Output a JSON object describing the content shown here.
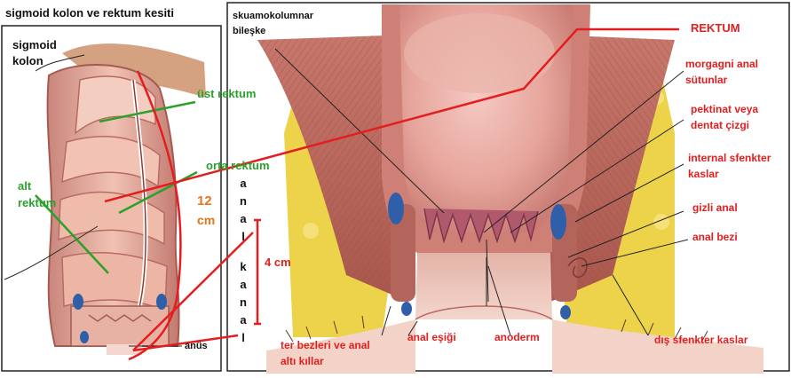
{
  "title": "sigmoid kolon ve rektum kesiti",
  "left_panel": {
    "sigmoid_colon": [
      "sigmoid",
      "kolon"
    ],
    "upper_rectum": "üst rektum",
    "middle_rectum": "orta rektum",
    "lower_rectum": [
      "alt",
      "rektum"
    ],
    "length_value": "12",
    "length_unit": "cm",
    "anus": "anüs"
  },
  "anal_canal": {
    "letters": [
      "a",
      "n",
      "a",
      "l",
      "k",
      "a",
      "n",
      "a",
      "l"
    ],
    "length": "4 cm"
  },
  "right_panel": {
    "junction": [
      "skuamokolumnar",
      "bileşke"
    ],
    "rectum": "REKTUM",
    "morgagni": [
      "morgagni anal",
      "sütunlar"
    ],
    "pectinate": [
      "pektinat veya",
      "dentat çizgi"
    ],
    "internal_sphincter": [
      "internal sfenkter",
      "kaslar"
    ],
    "hidden_anal": "gizli anal",
    "anal_gland": "anal bezi",
    "sweat_glands": [
      "ter bezleri ve anal",
      "altı kıllar"
    ],
    "anal_verge": "anal eşiği",
    "anoderm": "anoderm",
    "external_sphincter": "dış sfenkter kaslar"
  },
  "colors": {
    "label_red": "#e41e1e",
    "label_green": "#2aa12a",
    "label_orange": "#e8731a",
    "tissue_pink": "#d98b86",
    "muscle": "#c46a5e",
    "fat_yellow": "#ecd34a",
    "vessel_blue": "#2f5fa8"
  }
}
